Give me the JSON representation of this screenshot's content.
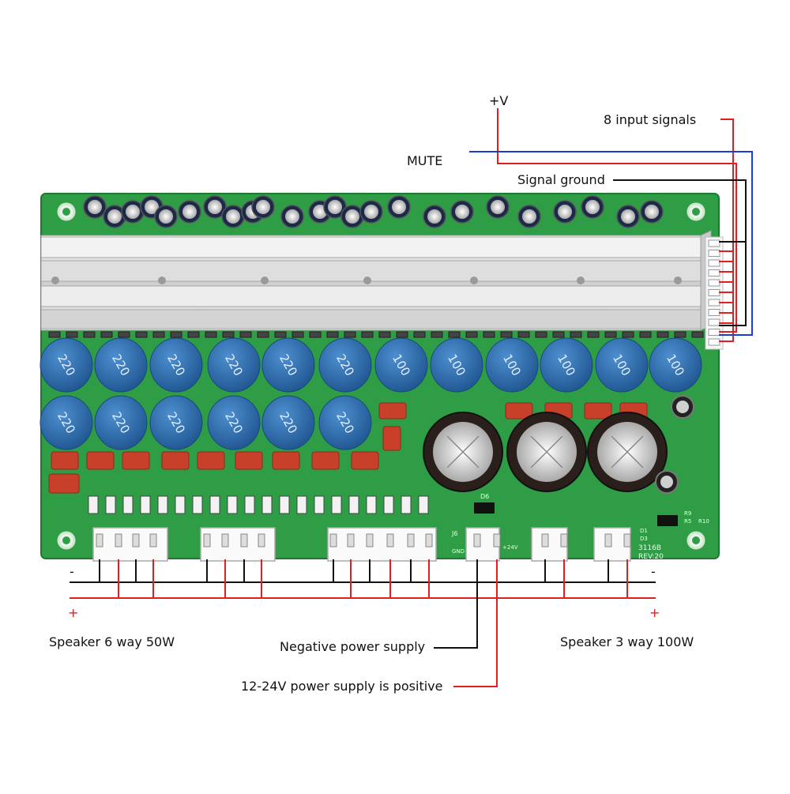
{
  "board": {
    "silkscreen_model": "3116B",
    "silkscreen_rev": "REV:20",
    "silkscreen_extra": [
      "J6",
      "GND",
      "+24V",
      "D6",
      "D1",
      "D3",
      "R9",
      "R5",
      "R10"
    ],
    "cap_large_value": "220",
    "cap_small_value": "100"
  },
  "labels": {
    "plus_v": "+V",
    "input_signals": "8 input signals",
    "mute": "MUTE",
    "signal_ground": "Signal ground",
    "speaker_6way": "Speaker 6 way 50W",
    "negative_supply": "Negative power supply",
    "speaker_3way": "Speaker 3 way 100W",
    "positive_supply": "12-24V power supply is positive",
    "minus_left": "-",
    "plus_left": "+",
    "minus_right": "-",
    "plus_right": "+"
  },
  "colors": {
    "pcb": "#2f9d46",
    "wire_red": "#e02020",
    "wire_blue": "#1a3fd0",
    "wire_black": "#111111",
    "cap_blue": "#2e6fb0",
    "mlcc": "#c8402a"
  }
}
